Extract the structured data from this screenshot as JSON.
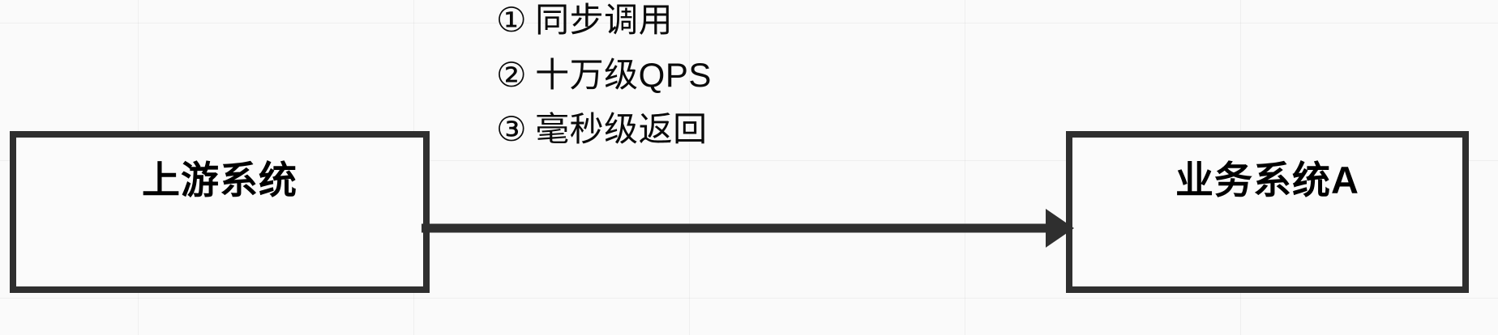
{
  "diagram": {
    "nodes": [
      {
        "id": "upstream",
        "label": "上游系统"
      },
      {
        "id": "service_a",
        "label": "业务系统A"
      }
    ],
    "edge": {
      "from": "upstream",
      "to": "service_a",
      "direction": "right",
      "arrow_head": "filled-triangle",
      "annotations": [
        {
          "marker": "①",
          "text": "同步调用"
        },
        {
          "marker": "②",
          "text": "十万级QPS"
        },
        {
          "marker": "③",
          "text": "毫秒级返回"
        }
      ]
    },
    "colors": {
      "background": "#fafafa",
      "stroke": "#2f2f2f",
      "node_fill": "#fbfbfb",
      "text": "#000000",
      "grid": "#f0f0f0"
    }
  }
}
